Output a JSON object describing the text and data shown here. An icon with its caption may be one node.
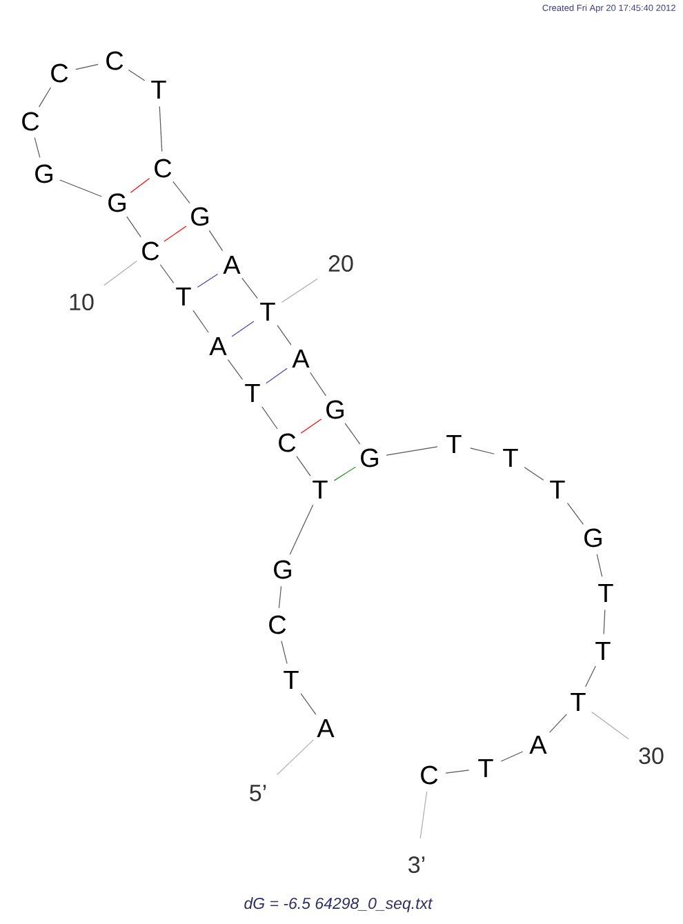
{
  "diagram": {
    "caption": "dG = -6.5 64298_0_seq.txt",
    "nodes": [
      {
        "text": [
          "A"
        ]
      },
      {
        "text": [
          "T"
        ]
      },
      {
        "text": [
          "C"
        ]
      },
      {
        "text": [
          "G"
        ]
      },
      {
        "text": [
          "T"
        ]
      },
      {
        "text": [
          "C"
        ]
      },
      {
        "text": [
          "T"
        ]
      },
      {
        "text": [
          "A"
        ]
      },
      {
        "text": [
          "T"
        ]
      },
      {
        "text": [
          "C"
        ]
      },
      {
        "text": [
          "G"
        ]
      },
      {
        "text": [
          "G"
        ]
      },
      {
        "text": [
          "C"
        ]
      },
      {
        "text": [
          "C"
        ]
      },
      {
        "text": [
          "C"
        ]
      },
      {
        "text": [
          "T"
        ]
      },
      {
        "text": [
          "C"
        ]
      },
      {
        "text": [
          "G"
        ]
      },
      {
        "text": [
          "A"
        ]
      },
      {
        "text": [
          "T"
        ]
      },
      {
        "text": [
          "A"
        ]
      },
      {
        "text": [
          "G"
        ]
      },
      {
        "text": [
          "G"
        ]
      },
      {
        "text": [
          "T"
        ]
      },
      {
        "text": [
          "T"
        ]
      },
      {
        "text": [
          "T"
        ]
      },
      {
        "text": [
          "G"
        ]
      },
      {
        "text": [
          "T"
        ]
      },
      {
        "text": [
          "T"
        ]
      },
      {
        "text": [
          "T"
        ]
      },
      {
        "text": [
          "A"
        ]
      },
      {
        "text": [
          "T"
        ]
      },
      {
        "text": [
          "C"
        ]
      },
      {
        "text": [
          "10"
        ]
      },
      {
        "text": [
          "20"
        ]
      },
      {
        "text": [
          "30"
        ]
      },
      {
        "text": [
          "5’"
        ]
      },
      {
        "text": [
          "3’"
        ]
      }
    ],
    "edges": [
      {
        "from": 0,
        "to": 1,
        "arrow": "none"
      },
      {
        "from": 1,
        "to": 2,
        "arrow": "none"
      },
      {
        "from": 2,
        "to": 3,
        "arrow": "none"
      },
      {
        "from": 3,
        "to": 4,
        "arrow": "none"
      },
      {
        "from": 4,
        "to": 5,
        "arrow": "none"
      },
      {
        "from": 5,
        "to": 6,
        "arrow": "none"
      },
      {
        "from": 6,
        "to": 7,
        "arrow": "none"
      },
      {
        "from": 7,
        "to": 8,
        "arrow": "none"
      },
      {
        "from": 8,
        "to": 9,
        "arrow": "none"
      },
      {
        "from": 9,
        "to": 10,
        "arrow": "none"
      },
      {
        "from": 10,
        "to": 11,
        "arrow": "none"
      },
      {
        "from": 11,
        "to": 12,
        "arrow": "none"
      },
      {
        "from": 12,
        "to": 13,
        "arrow": "none"
      },
      {
        "from": 13,
        "to": 14,
        "arrow": "none"
      },
      {
        "from": 14,
        "to": 15,
        "arrow": "none"
      },
      {
        "from": 15,
        "to": 16,
        "arrow": "none"
      },
      {
        "from": 16,
        "to": 17,
        "arrow": "none"
      },
      {
        "from": 17,
        "to": 18,
        "arrow": "none"
      },
      {
        "from": 18,
        "to": 19,
        "arrow": "none"
      },
      {
        "from": 19,
        "to": 20,
        "arrow": "none"
      },
      {
        "from": 20,
        "to": 21,
        "arrow": "none"
      },
      {
        "from": 21,
        "to": 22,
        "arrow": "none"
      },
      {
        "from": 22,
        "to": 23,
        "arrow": "none"
      },
      {
        "from": 23,
        "to": 24,
        "arrow": "none"
      },
      {
        "from": 24,
        "to": 25,
        "arrow": "none"
      },
      {
        "from": 25,
        "to": 26,
        "arrow": "none"
      },
      {
        "from": 26,
        "to": 27,
        "arrow": "none"
      },
      {
        "from": 27,
        "to": 28,
        "arrow": "none"
      },
      {
        "from": 28,
        "to": 29,
        "arrow": "none"
      },
      {
        "from": 29,
        "to": 30,
        "arrow": "none"
      },
      {
        "from": 30,
        "to": 31,
        "arrow": "none"
      },
      {
        "from": 31,
        "to": 32,
        "arrow": "none"
      },
      {
        "from": 10,
        "to": 16,
        "arrow": "none",
        "color": "#ff0000"
      },
      {
        "from": 9,
        "to": 17,
        "arrow": "none",
        "color": "#ff0000"
      },
      {
        "from": 8,
        "to": 18,
        "arrow": "none",
        "color": "#4a3fb5"
      },
      {
        "from": 7,
        "to": 19,
        "arrow": "none",
        "color": "#4a3fb5"
      },
      {
        "from": 6,
        "to": 20,
        "arrow": "none",
        "color": "#4a3fb5"
      },
      {
        "from": 5,
        "to": 21,
        "arrow": "none",
        "color": "#ff0000"
      },
      {
        "from": 4,
        "to": 22,
        "arrow": "none",
        "color": "#228b22"
      },
      {
        "from": 33,
        "to": 9,
        "arrow": "none",
        "color": "#aaaaaa"
      },
      {
        "from": 34,
        "to": 19,
        "arrow": "none",
        "color": "#aaaaaa"
      },
      {
        "from": 35,
        "to": 29,
        "arrow": "none",
        "color": "#aaaaaa"
      },
      {
        "from": 36,
        "to": 0,
        "arrow": "none",
        "color": "#aaaaaa"
      },
      {
        "from": 37,
        "to": 32,
        "arrow": "none",
        "color": "#aaaaaa"
      }
    ],
    "labels": [
      "Created Fri Apr 20 17:45:40 2012"
    ]
  }
}
